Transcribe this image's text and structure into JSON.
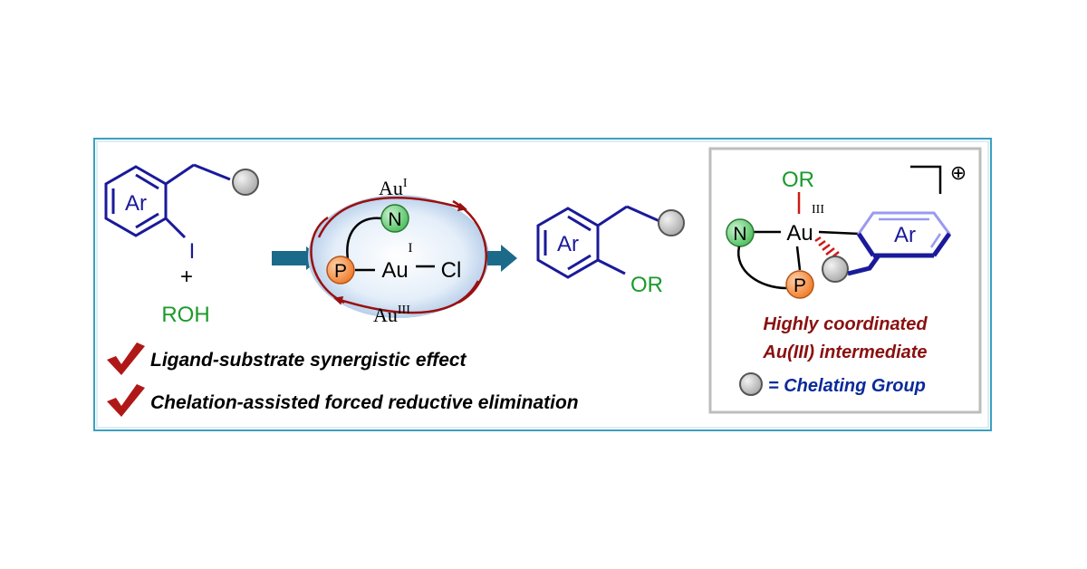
{
  "substrate": {
    "ring_label": "Ar",
    "halogen": "I",
    "plus": "+",
    "nucleophile": "ROH"
  },
  "catalyst": {
    "top_state": "Au",
    "top_state_ox": "I",
    "bottom_state": "Au",
    "bottom_state_ox": "III",
    "ligand_n": "N",
    "ligand_p": "P",
    "metal": "Au",
    "metal_ox": "I",
    "halide": "Cl"
  },
  "product": {
    "ring_label": "Ar",
    "substituent": "OR"
  },
  "features": [
    {
      "text": "Ligand-substrate synergistic effect"
    },
    {
      "text": "Chelation-assisted forced reductive elimination"
    }
  ],
  "intermediate": {
    "or_label": "OR",
    "n_label": "N",
    "au_label": "Au",
    "ox_label": "III",
    "p_label": "P",
    "ar_label": "Ar",
    "charge": "⊕",
    "caption_line1": "Highly coordinated",
    "caption_line2": "Au(III) intermediate",
    "legend": "= Chelating Group"
  },
  "colors": {
    "frame_border": "#3aa0c0",
    "ring": "#1a1a9a",
    "green_text": "#1a9a2a",
    "arrow": "#1c6a8a",
    "cycle_arrow": "#9a1010",
    "caption_red": "#8a1010",
    "legend_blue": "#0a2a9a",
    "check_red": "#b01818"
  }
}
